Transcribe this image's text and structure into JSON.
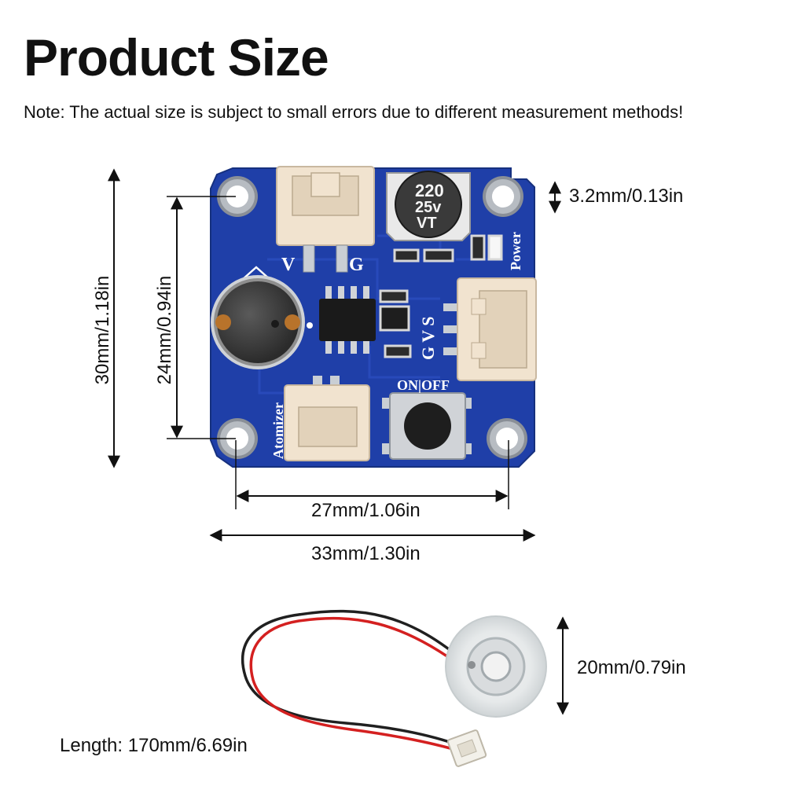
{
  "header": {
    "title": "Product Size",
    "note": "Note: The actual size is subject to small errors due to different measurement methods!"
  },
  "board": {
    "pin_v": "V",
    "pin_g": "G",
    "gvs": "G V S",
    "power": "Power",
    "atomizer": "Atomizer",
    "onoff": "ON|OFF",
    "capacitor": [
      "220",
      "25v",
      "VT"
    ]
  },
  "dimensions": {
    "hole_diameter": "3.2mm/0.13in",
    "board_height": "30mm/1.18in",
    "hole_spacing_vertical": "24mm/0.94in",
    "hole_spacing_horizontal": "27mm/1.06in",
    "board_width": "33mm/1.30in",
    "disc_diameter": "20mm/0.79in",
    "cable_length": "Length: 170mm/6.69in"
  },
  "colors": {
    "pcb": "#1f3fa8",
    "connector": "#f1e3cf",
    "wire_red": "#d42020",
    "wire_black": "#202020"
  }
}
